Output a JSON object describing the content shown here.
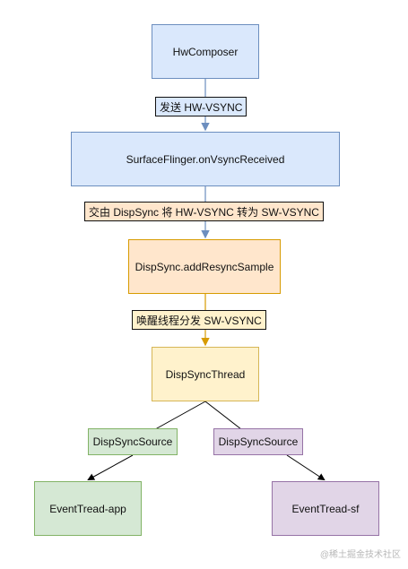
{
  "nodes": {
    "hwcomposer": "HwComposer",
    "surfaceflinger": "SurfaceFlinger.onVsyncReceived",
    "dispsync_add": "DispSync.addResyncSample",
    "dispsync_thread": "DispSyncThread",
    "source_left": "DispSyncSource",
    "source_right": "DispSyncSource",
    "event_app": "EventTread-app",
    "event_sf": "EventTread-sf"
  },
  "edge_labels": {
    "send_hw_vsync": "发送 HW-VSYNC",
    "hand_to_dispsync": "交由 DispSync 将 HW-VSYNC 转为 SW-VSYNC",
    "wake_thread": "唤醒线程分发 SW-VSYNC"
  },
  "colors": {
    "blue_fill": "#dae8fc",
    "blue_stroke": "#6c8ebf",
    "orange_fill": "#ffe6cc",
    "orange_stroke": "#d79b00",
    "yellow_fill": "#fff2cc",
    "yellow_stroke": "#d6b656",
    "green_fill": "#d5e8d4",
    "green_stroke": "#82b366",
    "purple_fill": "#e1d5e7",
    "purple_stroke": "#9673a6"
  },
  "watermark": "@稀土掘金技术社区"
}
